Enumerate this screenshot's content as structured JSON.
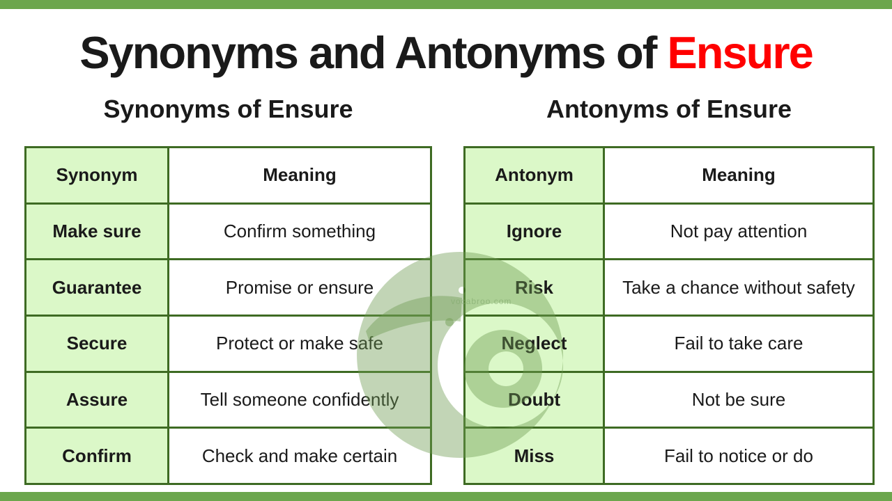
{
  "title": {
    "main": "Synonyms and Antonyms of",
    "keyword": "Ensure"
  },
  "synonyms": {
    "subtitle": "Synonyms of Ensure",
    "headers": [
      "Synonym",
      "Meaning"
    ],
    "rows": [
      {
        "word": "Make sure",
        "meaning": "Confirm something"
      },
      {
        "word": "Guarantee",
        "meaning": "Promise or ensure"
      },
      {
        "word": "Secure",
        "meaning": "Protect or make safe"
      },
      {
        "word": "Assure",
        "meaning": "Tell someone confidently"
      },
      {
        "word": "Confirm",
        "meaning": "Check and make certain"
      }
    ]
  },
  "antonyms": {
    "subtitle": "Antonyms of Ensure",
    "headers": [
      "Antonym",
      "Meaning"
    ],
    "rows": [
      {
        "word": "Ignore",
        "meaning": "Not pay attention"
      },
      {
        "word": "Risk",
        "meaning": "Take a chance without safety"
      },
      {
        "word": "Neglect",
        "meaning": "Fail to take care"
      },
      {
        "word": "Doubt",
        "meaning": "Not be sure"
      },
      {
        "word": "Miss",
        "meaning": "Fail to notice or do"
      }
    ]
  },
  "watermark": {
    "text": "vocabroo.com",
    "icon": "kiwi-bird"
  },
  "colors": {
    "accent_green": "#6CA64D",
    "border_green": "#3E6B23",
    "cell_green": "#DBF8C8",
    "keyword_red": "#FF0000",
    "text": "#1A1A1A"
  }
}
